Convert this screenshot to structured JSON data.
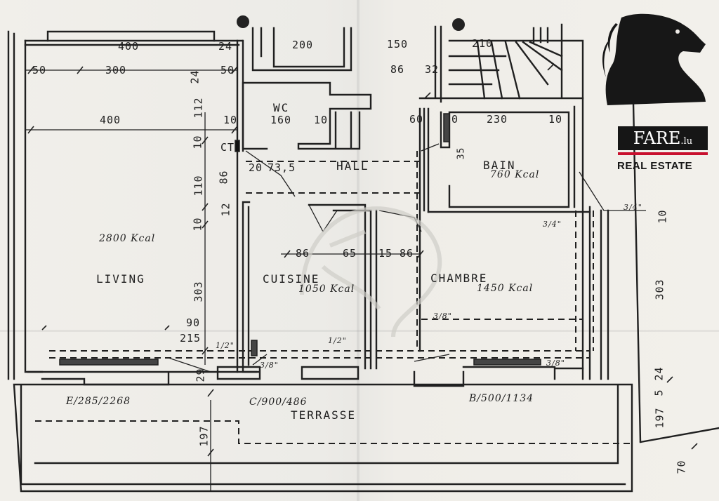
{
  "rooms": {
    "living": "LIVING",
    "cuisine": "CUISINE",
    "chambre": "CHAMBRE",
    "bain": "BAIN",
    "wc": "WC",
    "hall": "HALL",
    "terrasse": "TERRASSE",
    "ct": "CT"
  },
  "heating": {
    "living": "2800 Kcal",
    "cuisine": "1050 Kcal",
    "chambre": "1450 Kcal",
    "bain": "760 Kcal"
  },
  "windows": {
    "living": "E/285/2268",
    "cuisine": "C/900/486",
    "chambre": "B/500/1134"
  },
  "pipes": {
    "p1": "1/2\"",
    "p2": "1/2\"",
    "p3": "3/8\"",
    "p4": "3/8\"",
    "p5": "3/8\"",
    "p6": "3/4\"",
    "p7": "3/4\""
  },
  "dims": {
    "d400_top": "400",
    "d24_top": "24",
    "d50_left": "50",
    "d300": "300",
    "d50_mid": "50",
    "d24_v": "24",
    "d400_living": "400",
    "d10_wc_l": "10",
    "d160": "160",
    "d10_wc_r": "10",
    "d200": "200",
    "d150": "150",
    "d86_top": "86",
    "d32": "32",
    "d210": "210",
    "d60": "60",
    "d0": "0",
    "d230": "230",
    "d10_bain": "10",
    "d35": "35",
    "d112": "112",
    "d10_v1": "10",
    "d86_v": "86",
    "d110": "110",
    "d12": "12",
    "d10_v2": "10",
    "d20": "20",
    "d73": "73,5",
    "d86_cuis": "86",
    "d65": "65",
    "d15": "15",
    "d86_ch": "86",
    "d303_left": "303",
    "d90": "90",
    "d215": "215",
    "d29": "29",
    "d197_left": "197",
    "d303_right": "303",
    "d24_right": "24",
    "d5": "5",
    "d197_right": "197",
    "d70": "70",
    "d10_right": "10"
  },
  "brand": {
    "name": "FARE",
    "suffix": ".lu",
    "tagline": "REAL ESTATE",
    "accent": "#c8102e"
  }
}
